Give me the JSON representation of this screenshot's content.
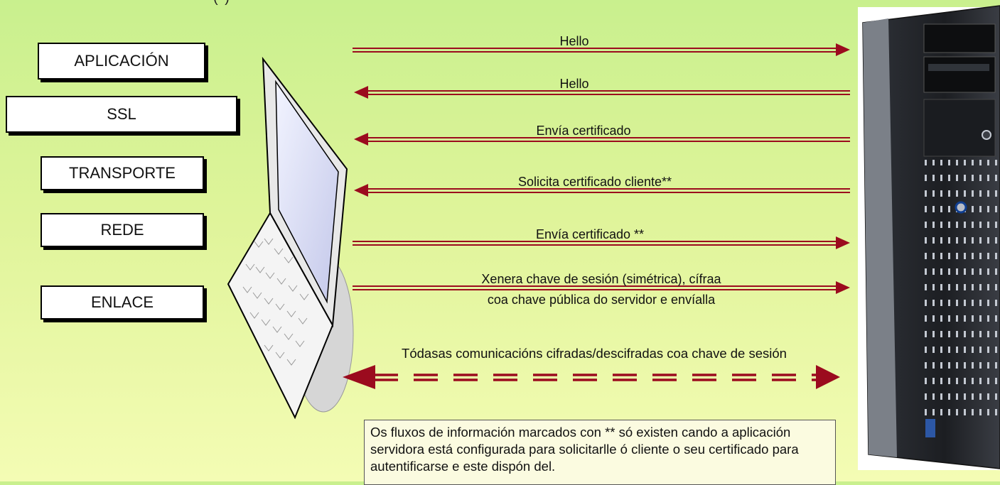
{
  "top_fragment": "(           )",
  "layers": [
    {
      "id": "aplicacion",
      "label": "APLICACIÓN"
    },
    {
      "id": "ssl",
      "label": "SSL"
    },
    {
      "id": "transporte",
      "label": "TRANSPORTE"
    },
    {
      "id": "rede",
      "label": "REDE"
    },
    {
      "id": "enlace",
      "label": "ENLACE"
    }
  ],
  "messages": [
    {
      "label": "Hello",
      "direction": "to-server"
    },
    {
      "label": "Hello",
      "direction": "to-client"
    },
    {
      "label": "Envía certificado",
      "direction": "to-client"
    },
    {
      "label": "Solicita certificado cliente**",
      "direction": "to-client"
    },
    {
      "label": "Envía certificado **",
      "direction": "to-server"
    },
    {
      "label_lines": [
        "Xenera chave de sesión (simétrica), cífraa",
        "coa chave pública do servidor e envíalla"
      ],
      "direction": "to-server"
    }
  ],
  "encrypted_channel": {
    "label": "Tódasas comunicacións cifradas/descifradas coa chave de sesión",
    "direction": "both"
  },
  "note": "Os fluxos de información marcados con ** só existen cando a aplicación servidora está configurada para solicitarlle ó cliente o seu certificado para autentificarse e este dispón del.",
  "colors": {
    "arrow": "#9b0b1e",
    "background_top": "#c9f08e",
    "background_bottom": "#f4fcb4"
  },
  "icons": {
    "client": "laptop-icon",
    "server": "server-tower-icon"
  }
}
